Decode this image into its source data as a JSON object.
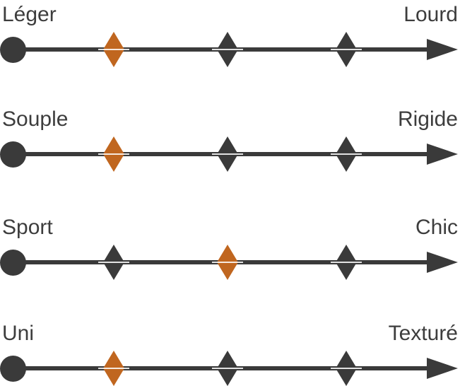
{
  "figure": {
    "markers_per_scale": 3,
    "scales": [
      {
        "left_label": "Léger",
        "right_label": "Lourd",
        "selected_index": 0
      },
      {
        "left_label": "Souple",
        "right_label": "Rigide",
        "selected_index": 0
      },
      {
        "left_label": "Sport",
        "right_label": "Chic",
        "selected_index": 1
      },
      {
        "left_label": "Uni",
        "right_label": "Texturé",
        "selected_index": 0
      }
    ]
  },
  "colors": {
    "dark": "#3a3a3a",
    "accent": "#c0661f",
    "text": "#3d3d3d",
    "background": "#ffffff"
  }
}
